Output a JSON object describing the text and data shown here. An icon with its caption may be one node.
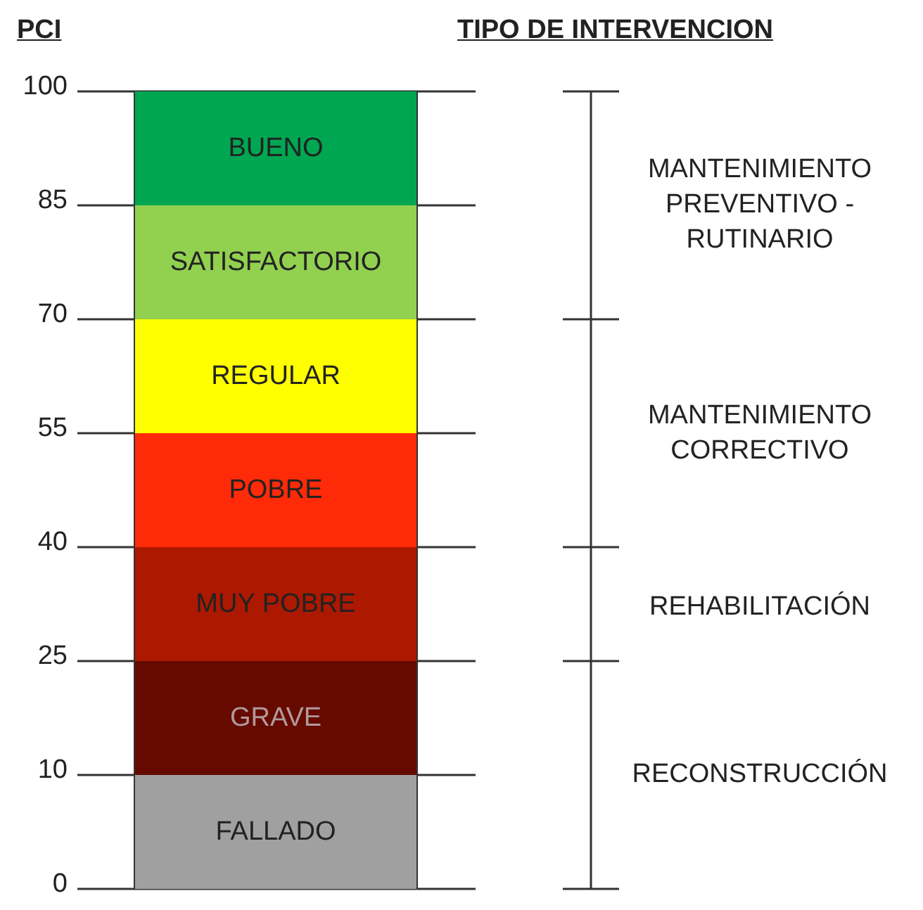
{
  "diagram": {
    "nodes": [
      {
        "text": [
          "BUENO"
        ]
      },
      {
        "text": [
          "SATISFACTORIO"
        ]
      },
      {
        "text": [
          "REGULAR"
        ]
      },
      {
        "text": [
          "POBRE"
        ]
      },
      {
        "text": [
          "MUY POBRE"
        ]
      },
      {
        "text": [
          "GRAVE"
        ]
      },
      {
        "text": [
          "FALLADO"
        ]
      }
    ],
    "labels": [
      "PCI",
      "TIPO DE INTERVENCION",
      "100",
      "85",
      "70",
      "55",
      "40",
      "25",
      "10",
      "0",
      "MANTENIMIENTO PREVENTIVO - RUTINARIO",
      "MANTENIMIENTO CORRECTIVO",
      "REHABILITACIÓN",
      "RECONSTRUCCIÓN"
    ]
  }
}
